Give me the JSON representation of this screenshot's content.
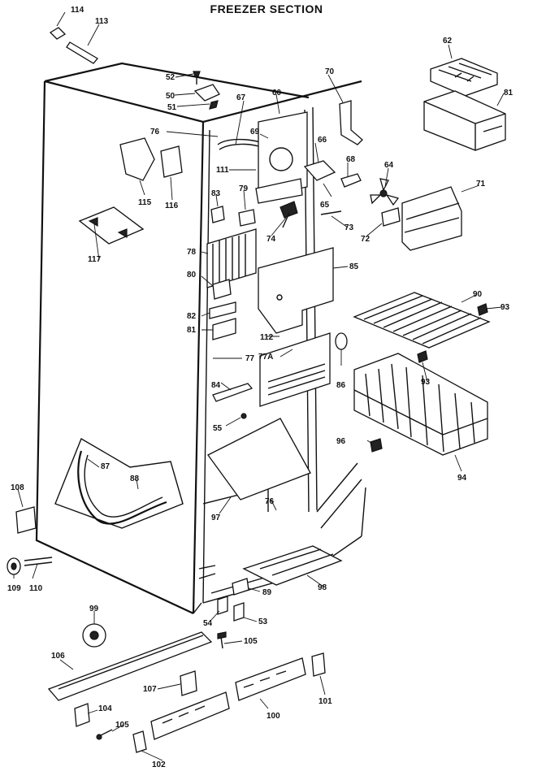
{
  "title": "FREEZER SECTION",
  "drawing_code": "",
  "callouts": [
    "114",
    "113",
    "62",
    "52",
    "50",
    "51",
    "60",
    "70",
    "81",
    "67",
    "76",
    "69",
    "66",
    "111",
    "68",
    "64",
    "115",
    "116",
    "83",
    "79",
    "65",
    "71",
    "73",
    "74",
    "72",
    "117",
    "78",
    "85",
    "80",
    "90",
    "93",
    "82",
    "81",
    "112",
    "77",
    "77A",
    "86",
    "93",
    "84",
    "55",
    "96",
    "94",
    "87",
    "88",
    "108",
    "97",
    "76",
    "109",
    "110",
    "98",
    "89",
    "99",
    "54",
    "53",
    "106",
    "105",
    "107",
    "101",
    "104",
    "100",
    "105",
    "102"
  ]
}
